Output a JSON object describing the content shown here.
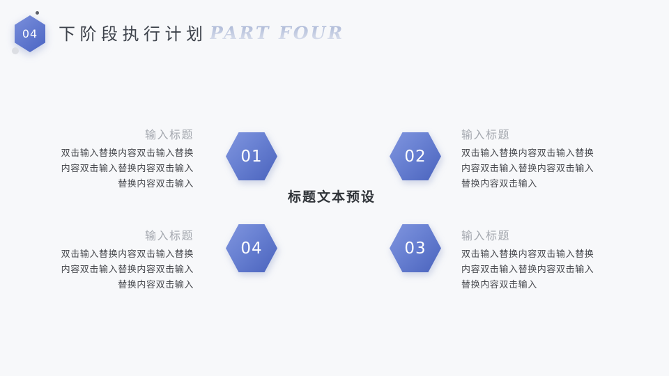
{
  "slide": {
    "header": {
      "badge_number": "04",
      "title": "下阶段执行计划",
      "subtitle": "PART FOUR"
    },
    "center_title": "标题文本预设",
    "blocks": [
      {
        "position": "top-left",
        "number": "01",
        "heading": "输入标题",
        "body_lines": [
          "双击输入替换内容双击输入替换",
          "内容双击输入替换内容双击输入",
          "替换内容双击输入"
        ]
      },
      {
        "position": "top-right",
        "number": "02",
        "heading": "输入标题",
        "body_lines": [
          "双击输入替换内容双击输入替换",
          "内容双击输入替换内容双击输入",
          "替换内容双击输入"
        ]
      },
      {
        "position": "bottom-left",
        "number": "04",
        "heading": "输入标题",
        "body_lines": [
          "双击输入替换内容双击输入替换",
          "内容双击输入替换内容双击输入",
          "替换内容双击输入"
        ]
      },
      {
        "position": "bottom-right",
        "number": "03",
        "heading": "输入标题",
        "body_lines": [
          "双击输入替换内容双击输入替换",
          "内容双击输入替换内容双击输入",
          "替换内容双击输入"
        ]
      }
    ],
    "colors": {
      "background": "#f7f8fa",
      "hexagon_gradient_start": "#8095de",
      "hexagon_gradient_end": "#4a63bd",
      "slide_title_text": "#3e434c",
      "subtitle_ghost_text": "#c2cce2",
      "block_heading_text": "#a4a8af",
      "block_body_text": "#46484d",
      "center_title_text": "#303439",
      "hexagon_number_text": "#ffffff"
    }
  }
}
